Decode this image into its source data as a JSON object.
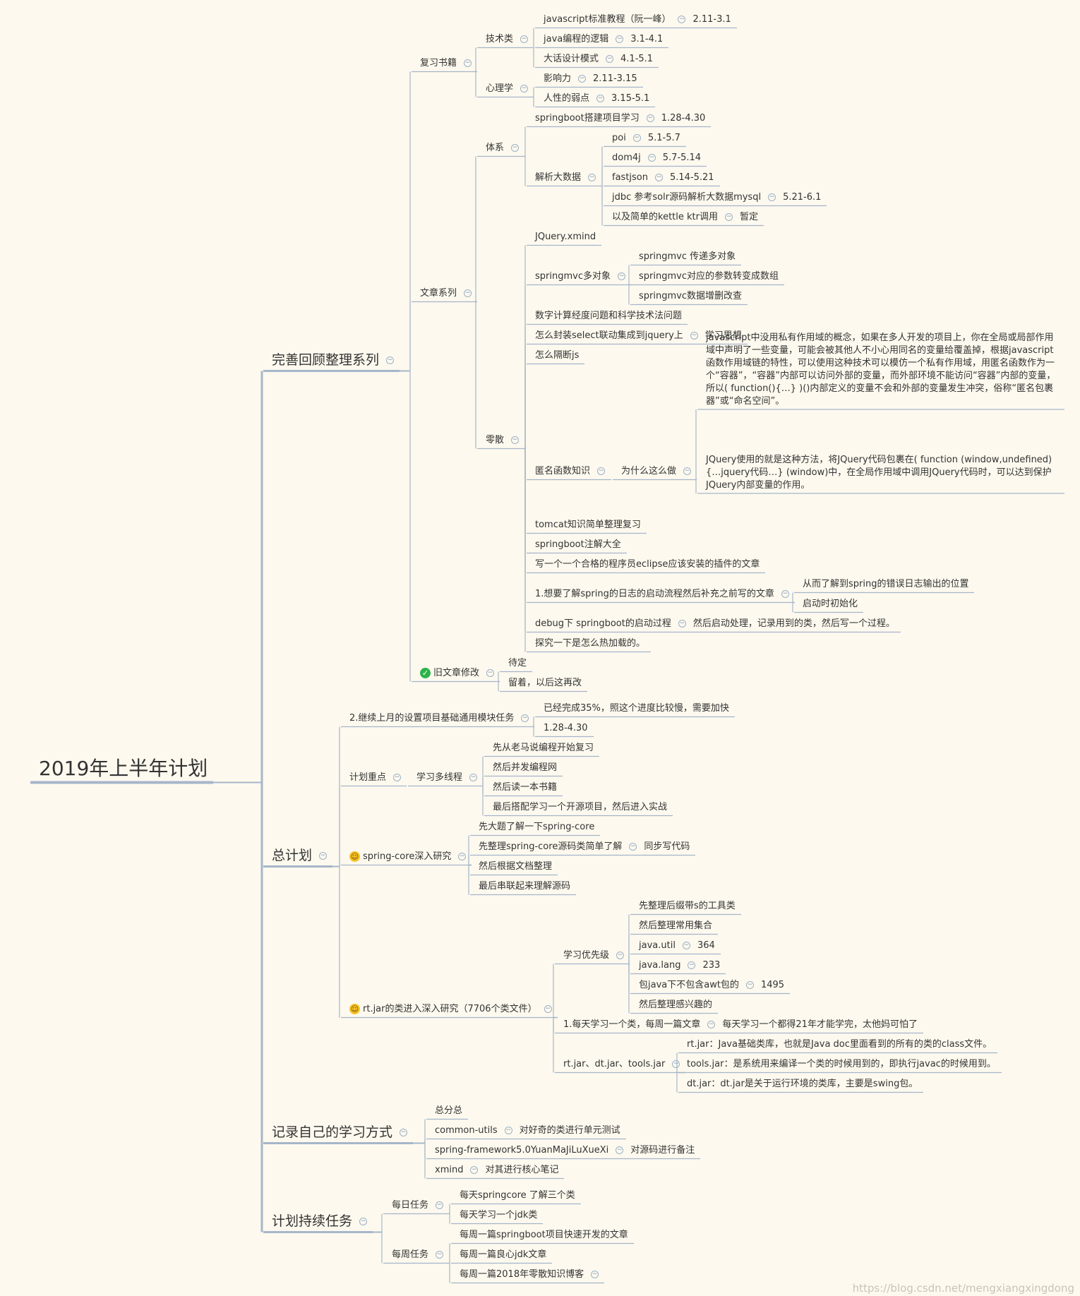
{
  "watermark": "https://blog.csdn.net/mengxiangxingdong",
  "nodes": [
    {
      "id": "root",
      "parent": null,
      "label": "2019年上半年计划",
      "level": "root"
    },
    {
      "id": "m1",
      "parent": "root",
      "label": "完善回顾整理系列",
      "level": "main",
      "toggle": true
    },
    {
      "id": "m1a",
      "parent": "m1",
      "label": "复习书籍",
      "toggle": true
    },
    {
      "id": "m1a1",
      "parent": "m1a",
      "label": "技术类",
      "toggle": true
    },
    {
      "id": "b1",
      "parent": "m1a1",
      "label": "javascript标准教程（阮一峰）",
      "sub": "2.11-3.1",
      "toggle": true
    },
    {
      "id": "b2",
      "parent": "m1a1",
      "label": "java编程的逻辑",
      "sub": "3.1-4.1",
      "toggle": true
    },
    {
      "id": "b3",
      "parent": "m1a1",
      "label": "大话设计模式",
      "sub": "4.1-5.1",
      "toggle": true
    },
    {
      "id": "m1a2",
      "parent": "m1a",
      "label": "心理学",
      "toggle": true
    },
    {
      "id": "b4",
      "parent": "m1a2",
      "label": "影响力",
      "sub": "2.11-3.15",
      "toggle": true
    },
    {
      "id": "b5",
      "parent": "m1a2",
      "label": "人性的弱点",
      "sub": "3.15-5.1",
      "toggle": true
    },
    {
      "id": "m1b",
      "parent": "m1",
      "label": "文章系列",
      "toggle": true
    },
    {
      "id": "s1",
      "parent": "m1b",
      "label": "体系",
      "toggle": true
    },
    {
      "id": "s1a",
      "parent": "s1",
      "label": "springboot搭建项目学习",
      "sub": "1.28-4.30",
      "toggle": true
    },
    {
      "id": "s1b",
      "parent": "s1",
      "label": "解析大数据",
      "toggle": true
    },
    {
      "id": "p1",
      "parent": "s1b",
      "label": "poi",
      "sub": "5.1-5.7",
      "toggle": true
    },
    {
      "id": "p2",
      "parent": "s1b",
      "label": "dom4j",
      "sub": "5.7-5.14",
      "toggle": true
    },
    {
      "id": "p3",
      "parent": "s1b",
      "label": "fastjson",
      "sub": "5.14-5.21",
      "toggle": true
    },
    {
      "id": "p4",
      "parent": "s1b",
      "label": "jdbc  参考solr源码解析大数据mysql",
      "sub": "5.21-6.1",
      "toggle": true
    },
    {
      "id": "p5",
      "parent": "s1b",
      "label": "以及简单的kettle  ktr调用",
      "sub": "暂定",
      "toggle": true
    },
    {
      "id": "s2",
      "parent": "m1b",
      "label": "零散",
      "toggle": true
    },
    {
      "id": "z1",
      "parent": "s2",
      "label": "JQuery.xmind"
    },
    {
      "id": "z2",
      "parent": "s2",
      "label": "springmvc多对象",
      "toggle": true
    },
    {
      "id": "z2a",
      "parent": "z2",
      "label": "springmvc 传递多对象"
    },
    {
      "id": "z2b",
      "parent": "z2",
      "label": "springmvc对应的参数转变成数组"
    },
    {
      "id": "z2c",
      "parent": "z2",
      "label": "springmvc数据增删改查"
    },
    {
      "id": "z3",
      "parent": "s2",
      "label": "数字计算经度问题和科学技术法问题"
    },
    {
      "id": "z4",
      "parent": "s2",
      "label": "怎么封装select联动集成到jquery上",
      "sub": "学习思想",
      "toggle": true
    },
    {
      "id": "z5",
      "parent": "s2",
      "label": "怎么隔断js"
    },
    {
      "id": "z6",
      "parent": "s2",
      "label": "匿名函数知识",
      "toggle": true
    },
    {
      "id": "z6a",
      "parent": "z6",
      "label": "为什么这么做",
      "toggle": true
    },
    {
      "id": "z6a1",
      "parent": "z6a",
      "label": "javascript中没用私有作用域的概念，如果在多人开发的项目上，你在全局或局部作用域中声明了一些变量，可能会被其他人不小心用同名的变量给覆盖掉，根据javascript函数作用域链的特性，可以使用这种技术可以模仿一个私有作用域，用匿名函数作为一个“容器”，“容器”内部可以访问外部的变量，而外部环境不能访问“容器”内部的变量，所以( function(){…} )()内部定义的变量不会和外部的变量发生冲突，俗称“匿名包裹器”或“命名空间”。",
      "wrap": true
    },
    {
      "id": "z6a2",
      "parent": "z6a",
      "label": "JQuery使用的就是这种方法，将JQuery代码包裹在( function (window,undefined){…jquery代码…} (window)中，在全局作用域中调用JQuery代码时，可以达到保护JQuery内部变量的作用。",
      "wrap": true
    },
    {
      "id": "z7",
      "parent": "s2",
      "label": "tomcat知识简单整理复习"
    },
    {
      "id": "z8",
      "parent": "s2",
      "label": "springboot注解大全"
    },
    {
      "id": "z9",
      "parent": "s2",
      "label": "写一个一个合格的程序员eclipse应该安装的插件的文章"
    },
    {
      "id": "z10",
      "parent": "s2",
      "label": "1.想要了解spring的日志的启动流程然后补充之前写的文章",
      "toggle": true
    },
    {
      "id": "z10a",
      "parent": "z10",
      "label": "从而了解到spring的错误日志输出的位置"
    },
    {
      "id": "z10b",
      "parent": "z10",
      "label": "启动时初始化"
    },
    {
      "id": "z11",
      "parent": "s2",
      "label": "debug下  springboot的启动过程",
      "sub": "然后启动处理，记录用到的类，然后写一个过程。",
      "toggle": true
    },
    {
      "id": "z12",
      "parent": "s2",
      "label": "探究一下是怎么热加载的。"
    },
    {
      "id": "m1c",
      "parent": "m1",
      "label": "旧文章修改",
      "icon": "check",
      "toggle": true
    },
    {
      "id": "o1",
      "parent": "m1c",
      "label": "待定"
    },
    {
      "id": "o2",
      "parent": "m1c",
      "label": "留着，以后这再改"
    },
    {
      "id": "m2",
      "parent": "root",
      "label": "总计划",
      "level": "main",
      "toggle": true
    },
    {
      "id": "t1",
      "parent": "m2",
      "label": "2.继续上月的设置项目基础通用模块任务",
      "toggle": true
    },
    {
      "id": "t1a",
      "parent": "t1",
      "label": "已经完成35%，照这个进度比较慢，需要加快"
    },
    {
      "id": "t1b",
      "parent": "t1",
      "label": "1.28-4.30"
    },
    {
      "id": "t2",
      "parent": "m2",
      "label": "计划重点",
      "toggle": true
    },
    {
      "id": "t2a",
      "parent": "t2",
      "label": "学习多线程",
      "toggle": true
    },
    {
      "id": "t2a1",
      "parent": "t2a",
      "label": "先从老马说编程开始复习"
    },
    {
      "id": "t2a2",
      "parent": "t2a",
      "label": "然后并发编程网"
    },
    {
      "id": "t2a3",
      "parent": "t2a",
      "label": "然后读一本书籍"
    },
    {
      "id": "t2a4",
      "parent": "t2a",
      "label": "最后搭配学习一个开源项目，然后进入实战"
    },
    {
      "id": "t3",
      "parent": "m2",
      "label": "spring-core深入研究",
      "icon": "smile",
      "toggle": true
    },
    {
      "id": "t3a",
      "parent": "t3",
      "label": "先大题了解一下spring-core"
    },
    {
      "id": "t3b",
      "parent": "t3",
      "label": "先整理spring-core源码类简单了解",
      "sub": "同步写代码",
      "toggle": true
    },
    {
      "id": "t3c",
      "parent": "t3",
      "label": "然后根据文档整理"
    },
    {
      "id": "t3d",
      "parent": "t3",
      "label": "最后串联起来理解源码"
    },
    {
      "id": "t4",
      "parent": "m2",
      "label": "rt.jar的类进入深入研究（7706个类文件）",
      "icon": "smile",
      "toggle": true
    },
    {
      "id": "t4a",
      "parent": "t4",
      "label": "学习优先级",
      "toggle": true
    },
    {
      "id": "t4a1",
      "parent": "t4a",
      "label": "先整理后缀带s的工具类"
    },
    {
      "id": "t4a2",
      "parent": "t4a",
      "label": "然后整理常用集合"
    },
    {
      "id": "t4a3",
      "parent": "t4a",
      "label": "java.util",
      "sub": "364",
      "toggle": true
    },
    {
      "id": "t4a4",
      "parent": "t4a",
      "label": "java.lang",
      "sub": "233",
      "toggle": true
    },
    {
      "id": "t4a5",
      "parent": "t4a",
      "label": "包java下不包含awt包的",
      "sub": "1495",
      "toggle": true
    },
    {
      "id": "t4a6",
      "parent": "t4a",
      "label": "然后整理感兴趣的"
    },
    {
      "id": "t4b",
      "parent": "t4",
      "label": "1.每天学习一个类，每周一篇文章",
      "sub": "每天学习一个都得21年才能学完，太他妈可怕了",
      "toggle": true
    },
    {
      "id": "t4c",
      "parent": "t4",
      "label": "rt.jar、dt.jar、tools.jar",
      "toggle": true
    },
    {
      "id": "t4c1",
      "parent": "t4c",
      "label": "rt.jar：Java基础类库，也就是Java doc里面看到的所有的类的class文件。"
    },
    {
      "id": "t4c2",
      "parent": "t4c",
      "label": "tools.jar：是系统用来编译一个类的时候用到的，即执行javac的时候用到。"
    },
    {
      "id": "t4c3",
      "parent": "t4c",
      "label": "dt.jar：dt.jar是关于运行环境的类库，主要是swing包。"
    },
    {
      "id": "m3",
      "parent": "root",
      "label": "记录自己的学习方式",
      "level": "main",
      "toggle": true
    },
    {
      "id": "r1",
      "parent": "m3",
      "label": "总分总"
    },
    {
      "id": "r2",
      "parent": "m3",
      "label": "common-utils",
      "sub": "对好奇的类进行单元测试",
      "toggle": true
    },
    {
      "id": "r3",
      "parent": "m3",
      "label": "spring-framework5.0YuanMaJiLuXueXi",
      "sub": "对源码进行备注",
      "toggle": true
    },
    {
      "id": "r4",
      "parent": "m3",
      "label": "xmind",
      "sub": "对其进行核心笔记",
      "toggle": true
    },
    {
      "id": "m4",
      "parent": "root",
      "label": "计划持续任务",
      "level": "main",
      "toggle": true
    },
    {
      "id": "d1",
      "parent": "m4",
      "label": "每日任务",
      "toggle": true
    },
    {
      "id": "d1a",
      "parent": "d1",
      "label": "每天springcore 了解三个类"
    },
    {
      "id": "d1b",
      "parent": "d1",
      "label": "每天学习一个jdk类"
    },
    {
      "id": "d2",
      "parent": "m4",
      "label": "每周任务",
      "toggle": true
    },
    {
      "id": "d2a",
      "parent": "d2",
      "label": "每周一篇springboot项目快速开发的文章"
    },
    {
      "id": "d2b",
      "parent": "d2",
      "label": "每周一篇良心jdk文章"
    },
    {
      "id": "d2c",
      "parent": "d2",
      "label": "每周一篇2018年零散知识博客",
      "toggle": true
    }
  ]
}
